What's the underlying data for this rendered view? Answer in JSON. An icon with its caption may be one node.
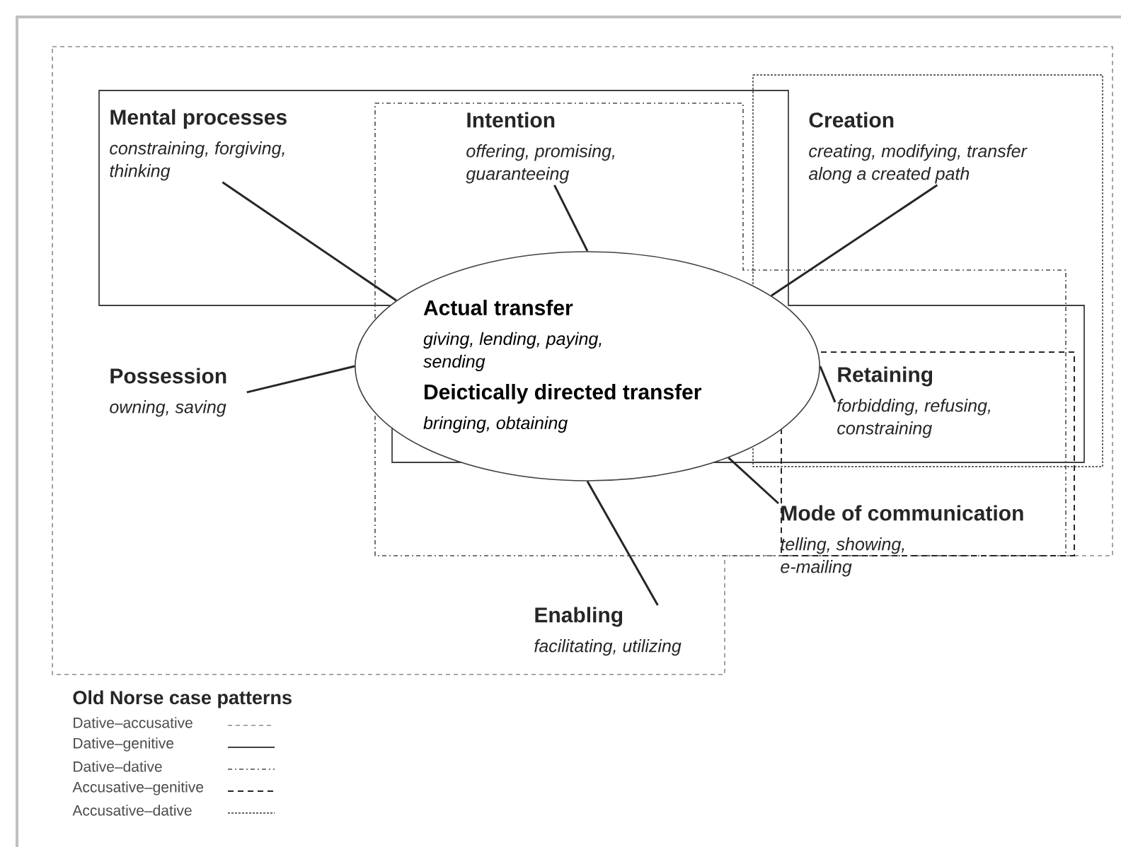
{
  "diagram": {
    "nodes": [
      {
        "text": [
          "Actual transfer",
          "giving, lending, paying, sending",
          "Deictically directed transfer",
          "bringing, obtaining"
        ]
      },
      {
        "text": [
          "Mental processes",
          "constraining, forgiving, thinking"
        ]
      },
      {
        "text": [
          "Intention",
          "offering, promising, guaranteeing"
        ]
      },
      {
        "text": [
          "Creation",
          "creating, modifying, transfer along a created path"
        ]
      },
      {
        "text": [
          "Possession",
          "owning, saving"
        ]
      },
      {
        "text": [
          "Retaining",
          "forbidding, refusing, constraining"
        ]
      },
      {
        "text": [
          "Mode of communication",
          "telling, showing, e-mailing"
        ]
      },
      {
        "text": [
          "Enabling",
          "facilitating, utilizing"
        ]
      }
    ],
    "edges": [
      {
        "from": 0,
        "to": 1,
        "arrow": "none"
      },
      {
        "from": 0,
        "to": 2,
        "arrow": "none"
      },
      {
        "from": 0,
        "to": 3,
        "arrow": "none"
      },
      {
        "from": 0,
        "to": 4,
        "arrow": "none"
      },
      {
        "from": 0,
        "to": 5,
        "arrow": "none"
      },
      {
        "from": 0,
        "to": 6,
        "arrow": "none"
      },
      {
        "from": 0,
        "to": 7,
        "arrow": "none"
      }
    ],
    "labels": [
      "Old Norse case patterns"
    ],
    "legend": [
      {
        "text": "Dative–accusative"
      },
      {
        "text": "Dative–genitive"
      },
      {
        "text": "Dative–dative"
      },
      {
        "text": "Accusative–genitive"
      },
      {
        "text": "Accusative–dative"
      }
    ]
  }
}
